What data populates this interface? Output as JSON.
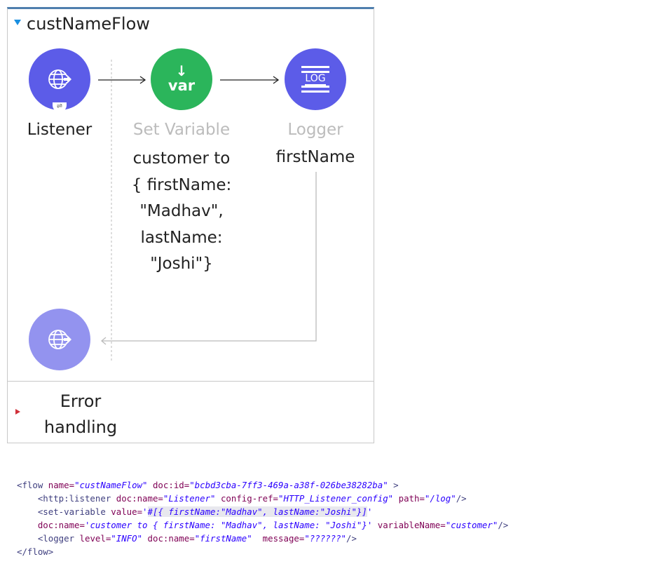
{
  "flow": {
    "title": "custNameFlow",
    "nodes": {
      "listener": "Listener",
      "set_variable": "Set Variable",
      "logger": "Logger"
    },
    "set_variable_desc": [
      "customer to",
      "{ firstName:",
      "\"Madhav\",",
      "lastName:",
      "\"Joshi\"}"
    ],
    "logger_desc": "firstName",
    "var_icon_text": "var",
    "log_icon_text": "LOG",
    "error_handling": "Error handling"
  },
  "colors": {
    "connector": "#5c5ce8",
    "response": "#9393ef",
    "var": "#2bb55b"
  },
  "code": [
    [
      [
        "tag",
        "<flow "
      ],
      [
        "att",
        "name="
      ],
      [
        "val",
        "\"custNameFlow\""
      ],
      [
        "att",
        " doc:id="
      ],
      [
        "val",
        "\"bcbd3cba-7ff3-469a-a38f-026be38282ba\""
      ],
      [
        "tag",
        " >"
      ]
    ],
    [
      [
        "tag",
        "    <http:listener "
      ],
      [
        "att",
        "doc:name="
      ],
      [
        "val",
        "\"Listener\""
      ],
      [
        "att",
        " config-ref="
      ],
      [
        "val",
        "\"HTTP_Listener_config\""
      ],
      [
        "att",
        " path="
      ],
      [
        "val",
        "\"/log\""
      ],
      [
        "tag",
        "/>"
      ]
    ],
    [
      [
        "tag",
        "    <set-variable "
      ],
      [
        "att",
        "value="
      ],
      [
        "val",
        "'"
      ],
      [
        "valhl",
        "#[{ firstName:\"Madhav\", lastName:\"Joshi\"}]"
      ],
      [
        "val",
        "'"
      ]
    ],
    [
      [
        "att",
        "    doc:name="
      ],
      [
        "val",
        "'customer to { firstName: \"Madhav\", lastName: \"Joshi\"}'"
      ],
      [
        "att",
        " variableName="
      ],
      [
        "val",
        "\"customer\""
      ],
      [
        "tag",
        "/>"
      ]
    ],
    [
      [
        "tag",
        "    <logger "
      ],
      [
        "att",
        "level="
      ],
      [
        "val",
        "\"INFO\""
      ],
      [
        "att",
        " doc:name="
      ],
      [
        "val",
        "\"firstName\""
      ],
      [
        "att",
        "  message="
      ],
      [
        "val",
        "\"??????\""
      ],
      [
        "tag",
        "/>"
      ]
    ],
    [
      [
        "tag",
        "</flow>"
      ]
    ]
  ]
}
